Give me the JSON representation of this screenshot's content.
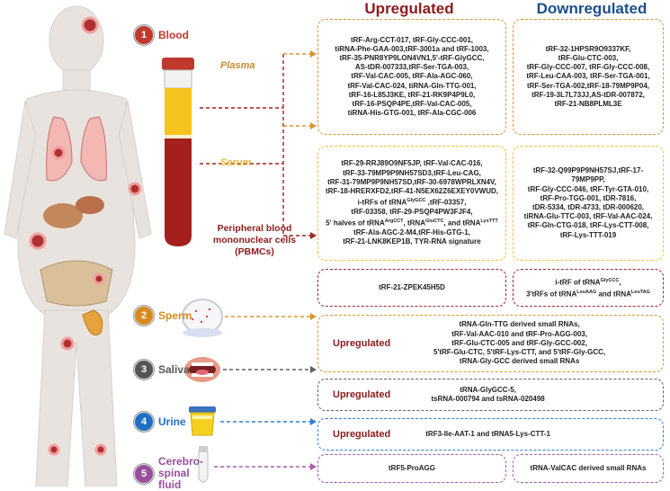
{
  "headers": {
    "upregulated": "Upregulated",
    "downregulated": "Downregulated"
  },
  "samples": [
    {
      "num": "1",
      "name": "Blood",
      "color": "#c0392b"
    },
    {
      "num": "2",
      "name": "Sperm",
      "color": "#d98a1f"
    },
    {
      "num": "3",
      "name": "Saliva",
      "color": "#555555"
    },
    {
      "num": "4",
      "name": "Urine",
      "color": "#1f6fc5"
    },
    {
      "num": "5",
      "name": "Cerebro-spinal fluid",
      "color": "#9b4f9b"
    }
  ],
  "blood_fractions": {
    "plasma": "Plasma",
    "serum": "Serum",
    "pbmc": "Peripheral blood mononuclear cells (PBMCs)"
  },
  "boxes": {
    "plasma_up": [
      "tRF-Arg-CCT-017, tRF-Gly-CCC-001,",
      "tiRNA-Phe-GAA-003,tRF-3001a and tRF-1003,",
      "tRF-35-PNR8YP9LON4VN1,5'-tRF-GlyGCC,",
      "AS-tDR-007333,tRF-Ser-TGA-003,",
      "tRF-Val-CAC-005, tRF-Ala-AGC-060,",
      "tRF-Val-CAC-024, tiRNA-Gln-TTG-001,",
      "tRF-16-L85J3KE, tRF-21-RK9P4P9L0,",
      "tRF-16-PSQP4PE,tRF-Val-CAC-005,",
      "tiRNA-His-GTG-001, tRF-Ala-CGC-006"
    ],
    "plasma_down": [
      "tRF-32-1HPSR9O9337KF,",
      "tRF-Glu-CTC-003,",
      "tRF-Gly-CCC-007, tRF-Gly-CCC-008,",
      "tRF-Leu-CAA-003, tRF-Ser-TGA-001,",
      "tRF-Ser-TGA-002,tRF-18-79MP9P04,",
      "tRF-19-3L7L73JJ,AS-tDR-007872,",
      "tRF-21-NB8PLML3E"
    ],
    "serum_up": [
      "tRF-29-RRJ89O9NF5JP, tRF-Val-CAC-016,",
      "tRF-33-79MP9P9NH57SD3,tRF-Leu-CAG,",
      "tRF-31-79MP9P9NH57SD,tRF-30-6978WPRLXN4V,",
      "tRF-18-HRERXFD2,tRF-41-N5EX62Z6EXEY0VWUD,",
      "i-tRFs of tRNA^GlyGCC ,tRF-03357,",
      "tRF-03358, tRF-29-PSQP4PW3FJF4,",
      "5' halves of tRNA^ArgCCT, tRNA^GluCTC, and tRNA^LysTTT",
      "tRF-Ala-AGC-2-M4,tRF-His-GTG-1,",
      "tRF-21-LNK8KEP1B, TYR-RNA signature"
    ],
    "serum_down": [
      "tRF-32-Q99P9P9NH57SJ,tRF-17-79MP9PP,",
      "tRF-Gly-CCC-046, tRF-Tyr-GTA-010,",
      "tRF-Pro-TGG-001, tDR-7816,",
      "tDR-5334, tDR-4733, tDR-000620,",
      "tiRNA-Glu-TTC-003, tRF-Val-AAC-024,",
      "tRF-Gln-CTG-018, tRF-Lys-CTT-008,",
      "tRF-Lys-TTT-019"
    ],
    "pbmc_up": [
      "tRF-21-ZPEK45H5D"
    ],
    "pbmc_down": [
      "i-tRF of tRNA^GlyCCC,",
      "3'tRFs of tRNA^LeuAAG and tRNA^LeuTAG"
    ],
    "sperm": [
      "tRNA-Gln-TTG derived small RNAs,",
      "tRF-Val-AAC-010 and tRF-Pro-AGG-003,",
      "tRF-Glu-CTC-005 and tRF-Gly-GCC-002,",
      "5'tRF-Glu-CTC, 5'tRF-Lys-CTT, and 5'tRF-Gly-GCC,",
      "tRNA-Gly-GCC derived small RNAs"
    ],
    "saliva": [
      "tRNA-GlyGCC-5,",
      "tsRNA-000794 and tsRNA-020498"
    ],
    "urine": [
      "tRF3-Ile-AAT-1 and tRNA5-Lys-CTT-1"
    ],
    "csf_up": [
      "tRF5-ProAGG"
    ],
    "csf_down": [
      "tRNA-ValCAC derived small RNAs"
    ]
  },
  "upregulated_tag": "Upregulated",
  "colors": {
    "up_header": "#8b1c1c",
    "down_header": "#1c4f8b"
  }
}
